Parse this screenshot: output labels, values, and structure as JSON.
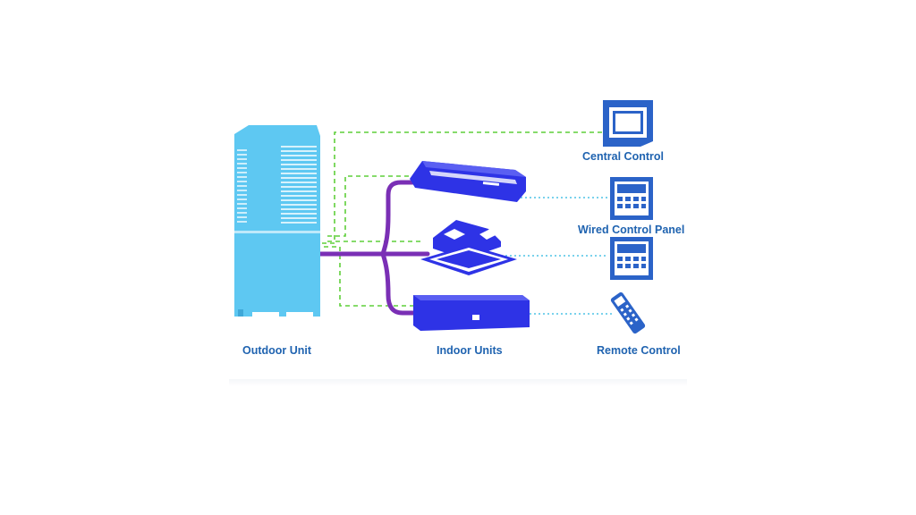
{
  "labels": {
    "outdoor_unit": "Outdoor Unit",
    "indoor_units": "Indoor Units",
    "remote_control": "Remote Control",
    "central_control": "Central Control",
    "wired_control_panel": "Wired Control Panel"
  },
  "colors": {
    "label_text": "#1f63b0",
    "outdoor_unit": "#5ec8f2",
    "indoor_unit": "#2e33e6",
    "control_device": "#2b63c8",
    "refrigerant_pipe": "#7a2fb5",
    "control_wiring": "#5fcf3a",
    "signal_line": "#4fc3e6"
  }
}
